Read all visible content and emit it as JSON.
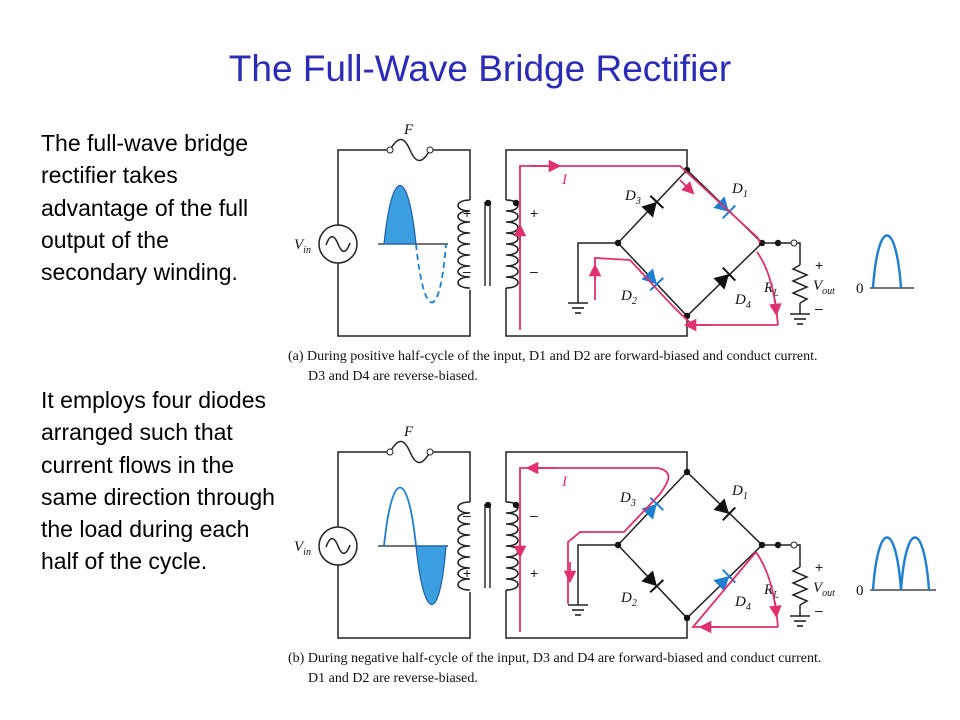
{
  "title": "The Full-Wave Bridge Rectifier",
  "paragraphs": [
    "The full-wave bridge rectifier takes advantage of the full output of the secondary winding.",
    "It employs four diodes arranged such that current flows in the same direction through the load during each half of the cycle."
  ],
  "figures": [
    {
      "caption_line1": "(a) During positive half-cycle of the input, D1 and D2 are forward-biased and conduct current.",
      "caption_line2": "D3 and D4 are reverse-biased.",
      "conducting": [
        "D1",
        "D2"
      ],
      "output": "0"
    },
    {
      "caption_line1": "(b) During negative half-cycle of the input, D3 and D4 are forward-biased and conduct current.",
      "caption_line2": "D1 and D2 are reverse-biased.",
      "conducting": [
        "D3",
        "D4"
      ],
      "output": "0"
    }
  ],
  "labels": {
    "fuse": "F",
    "vin": "V",
    "vin_sub": "in",
    "current": "I",
    "d1": "D",
    "d1_sub": "1",
    "d2": "D",
    "d2_sub": "2",
    "d3": "D",
    "d3_sub": "3",
    "d4": "D",
    "d4_sub": "4",
    "rl": "R",
    "rl_sub": "L",
    "vout": "V",
    "vout_sub": "out",
    "plus": "+",
    "minus": "–"
  },
  "colors": {
    "title": "#2b2bb8",
    "current_path": "#e0306e",
    "diode_on": "#1e7fd0",
    "wave_fill": "#3a9ee0"
  }
}
